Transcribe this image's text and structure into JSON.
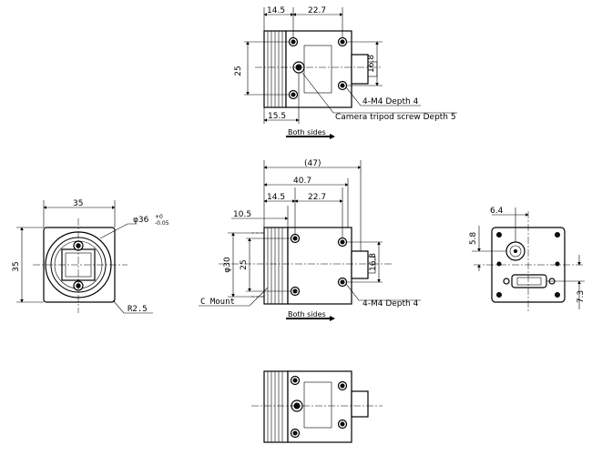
{
  "top_view": {
    "dim_14_5": "14.5",
    "dim_22_7": "22.7",
    "dim_25": "25",
    "dim_16_8": "16.8",
    "dim_15_5": "15.5",
    "note_m4": "4-M4 Depth 4",
    "note_tripod": "Camera tripod screw Depth 5",
    "both_sides": "Both sides"
  },
  "front_view": {
    "dim_35_w": "35",
    "dim_35_h": "35",
    "dim_dia36": "φ36",
    "dim_dia36_tol_upper": "+0",
    "dim_dia36_tol_lower": "-0.05",
    "dim_r2_5": "R2.5"
  },
  "side_view": {
    "dim_47": "(47)",
    "dim_40_7": "40.7",
    "dim_14_5": "14.5",
    "dim_22_7": "22.7",
    "dim_10_5": "10.5",
    "dim_dia30": "φ30",
    "dim_25": "25",
    "dim_16_8": "16.8",
    "note_c_mount": "C Mount",
    "note_m4": "4-M4 Depth 4",
    "both_sides": "Both sides"
  },
  "rear_view": {
    "dim_6_4": "6.4",
    "dim_5_8": "5.8",
    "dim_7_3": "7.3"
  }
}
